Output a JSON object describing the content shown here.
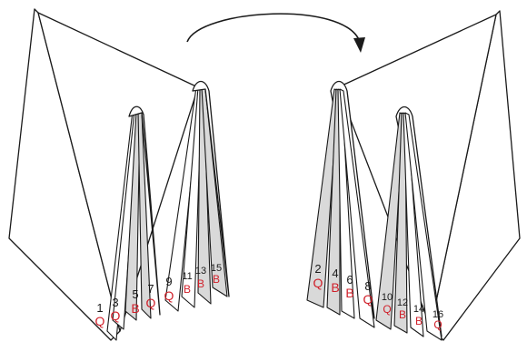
{
  "colors": {
    "letter": "#d0202a",
    "number": "#1a1a1a",
    "shade": "#d9d9d9",
    "line": "#1a1a1a"
  },
  "left_group": {
    "pages": [
      {
        "number": "1",
        "letter": "Q"
      },
      {
        "number": "3",
        "letter": "Q"
      },
      {
        "number": "5",
        "letter": "B"
      },
      {
        "number": "7",
        "letter": "Q"
      },
      {
        "number": "9",
        "letter": "Q"
      },
      {
        "number": "11",
        "letter": "B"
      },
      {
        "number": "13",
        "letter": "B"
      },
      {
        "number": "15",
        "letter": "B"
      }
    ]
  },
  "right_group": {
    "pages": [
      {
        "number": "2",
        "letter": "Q"
      },
      {
        "number": "4",
        "letter": "B"
      },
      {
        "number": "6",
        "letter": "B"
      },
      {
        "number": "8",
        "letter": "Q"
      },
      {
        "number": "10",
        "letter": "Q"
      },
      {
        "number": "12",
        "letter": "B"
      },
      {
        "number": "14",
        "letter": "B"
      },
      {
        "number": "16",
        "letter": "Q"
      }
    ]
  },
  "arrow": {
    "icon": "flip-arrow-icon"
  }
}
